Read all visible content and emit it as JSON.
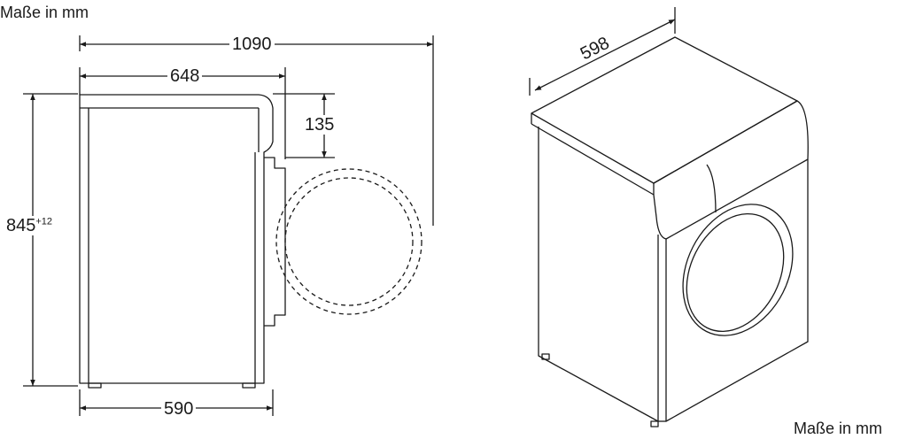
{
  "captions": {
    "top_left": "Maße in mm",
    "bottom_right": "Maße in mm"
  },
  "dimensions": {
    "total_depth": "1090",
    "body_depth": "648",
    "door_offset": "135",
    "height": "845",
    "height_tolerance": "+12",
    "base_depth": "590",
    "width": "598"
  },
  "colors": {
    "line": "#1a1a1a",
    "background": "#ffffff"
  }
}
